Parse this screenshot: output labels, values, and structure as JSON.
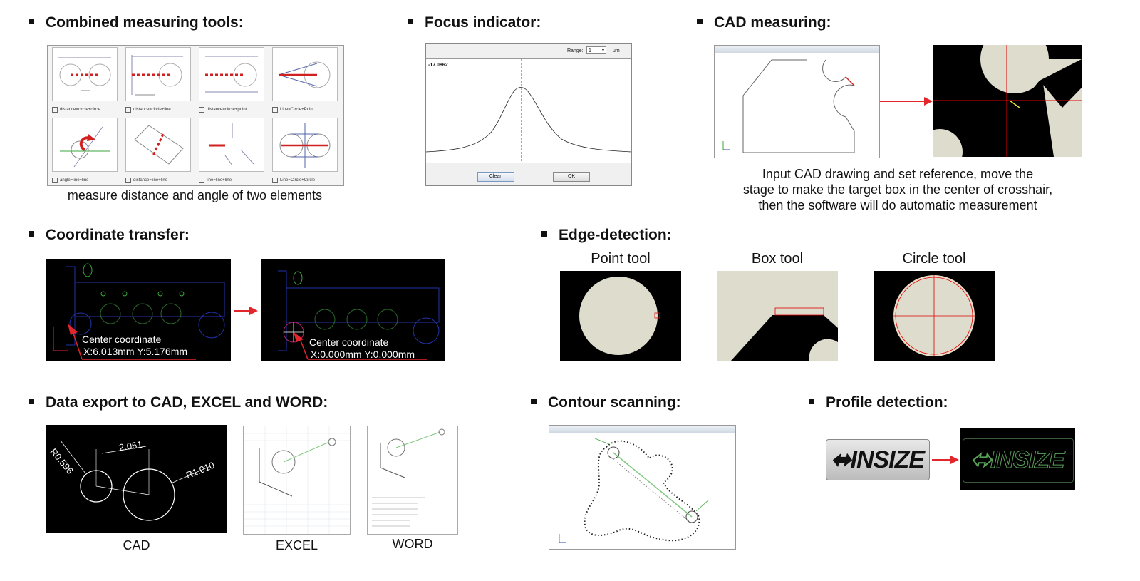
{
  "sections": {
    "combined": {
      "heading": "Combined measuring tools:",
      "caption": "measure distance and angle of two elements",
      "tools": [
        "distance=circle+circle",
        "distance=circle+line",
        "distance=circle+point",
        "Line=Circle+Point",
        "angle=line+line",
        "distance=line+line",
        "line=line+line",
        "Line=Circle+Circle"
      ]
    },
    "focus": {
      "heading": "Focus indicator:",
      "range_label": "Range:",
      "range_value": "1",
      "range_unit": "um",
      "readout": "-17.0862",
      "clean_button": "Clean",
      "ok_button": "OK"
    },
    "cad_measuring": {
      "heading": "CAD measuring:",
      "caption_line1": "Input CAD drawing and set reference, move the",
      "caption_line2": "stage to make the target box in the center of crosshair,",
      "caption_line3": "then the software will do automatic measurement"
    },
    "coordinate": {
      "heading": "Coordinate transfer:",
      "before_label": "Center coordinate",
      "before_value": "X:6.013mm Y:5.176mm",
      "after_label": "Center coordinate",
      "after_value": "X:0.000mm Y:0.000mm"
    },
    "edge": {
      "heading": "Edge-detection:",
      "point_tool": "Point tool",
      "box_tool": "Box tool",
      "circle_tool": "Circle tool"
    },
    "export": {
      "heading": "Data export to CAD, EXCEL and WORD:",
      "cad_label": "CAD",
      "excel_label": "EXCEL",
      "word_label": "WORD",
      "dim_r1": "R0.596",
      "dim_d": "2.061",
      "dim_r2": "R1.010"
    },
    "contour": {
      "heading": "Contour scanning:"
    },
    "profile": {
      "heading": "Profile detection:",
      "logo_text": "INSIZE"
    }
  },
  "colors": {
    "accent_red": "#e3262b",
    "crosshair_red": "#e00000",
    "measure_green": "#3aa63a",
    "panel_black": "#000000",
    "part_beige": "#dedccc"
  }
}
